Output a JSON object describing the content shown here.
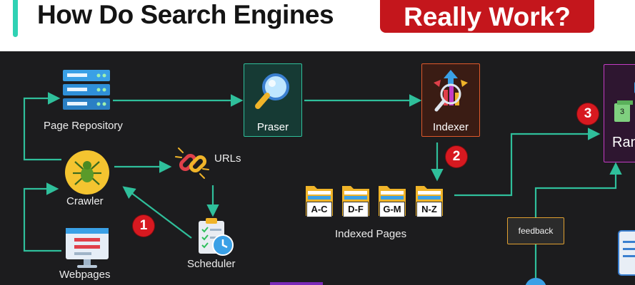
{
  "header": {
    "title": "How Do Search Engines",
    "title_highlight": "Really Work?"
  },
  "nodes": {
    "page_repository": "Page Repository",
    "crawler": "Crawler",
    "webpages": "Webpages",
    "urls": "URLs",
    "scheduler": "Scheduler",
    "praser": "Praser",
    "indexer": "Indexer",
    "indexed_pages": "Indexed Pages",
    "ranking": "Ran",
    "feedback": "feedback"
  },
  "folders": [
    "A-C",
    "D-F",
    "G-M",
    "N-Z"
  ],
  "badges": {
    "one": "1",
    "two": "2",
    "three": "3"
  },
  "ranking_card_number": "3",
  "colors": {
    "accent": "#2fd2b4",
    "arrow": "#2fbf9b",
    "highlight_red": "#c4161c",
    "praser_border": "#2fbf9b",
    "indexer_border": "#e0592b",
    "ranking_border": "#c43cc4",
    "feedback_border": "#e0a030",
    "background": "#1c1c1e"
  }
}
